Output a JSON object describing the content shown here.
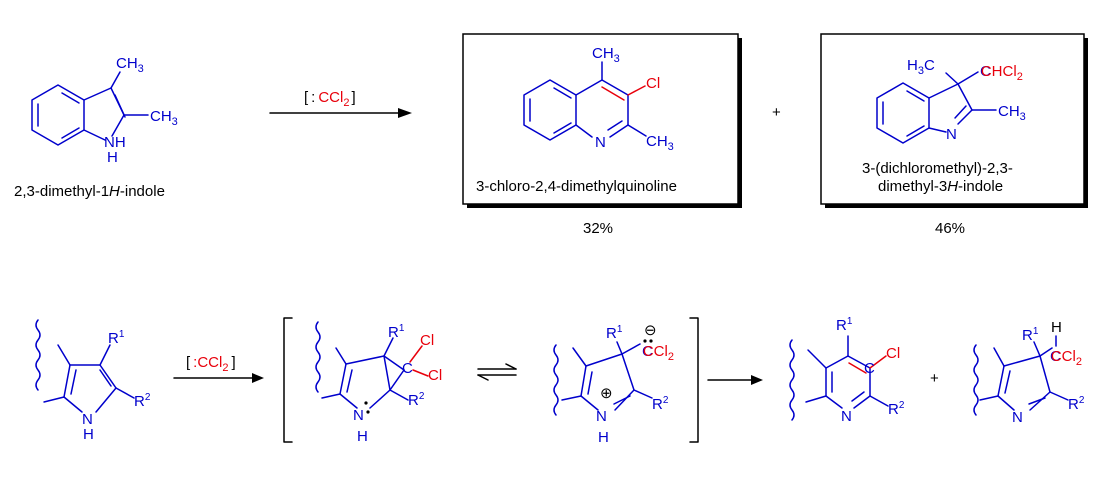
{
  "top": {
    "reactant": {
      "label": "2,3-dimethyl-1",
      "label_italic": "H",
      "label_end": "-indole",
      "nh": "NH",
      "h": "H",
      "me1": "CH",
      "me2": "CH",
      "sub": "3"
    },
    "reagent": {
      "open": "[",
      "colon": ":",
      "ccl": "CCl",
      "sub": "2",
      "close": "]"
    },
    "product1": {
      "label": "3-chloro-2,4-dimethylquinoline",
      "yield": "32%",
      "me": "CH",
      "cl": "Cl",
      "n": "N",
      "sub": "3"
    },
    "plus": "+",
    "product2": {
      "label_l1": "3-(dichloromethyl)-2,3-",
      "label_l2a": "dimethyl-3",
      "label_l2_italic": "H",
      "label_l2b": "-indole",
      "yield": "46%",
      "h3c": "H",
      "chcl": "CHCl",
      "me": "CH",
      "n": "N",
      "sub3": "3",
      "sub2": "2",
      "c": "C"
    }
  },
  "bottom": {
    "r1": "R",
    "r2": "R",
    "sup1": "1",
    "sup2": "2",
    "n": "N",
    "h": "H",
    "cl": "Cl",
    "c": "C",
    "reagent": {
      "open": "[",
      "text": ":CCl",
      "sub": "2",
      "close": "]"
    },
    "plus_sign": "⊕",
    "minus_sign": "⊖",
    "ccl": "CCl",
    "sub": "2",
    "plus": "+"
  },
  "colors": {
    "structure": "#0000cc",
    "chlorine": "#e8000b",
    "text": "#000000"
  }
}
